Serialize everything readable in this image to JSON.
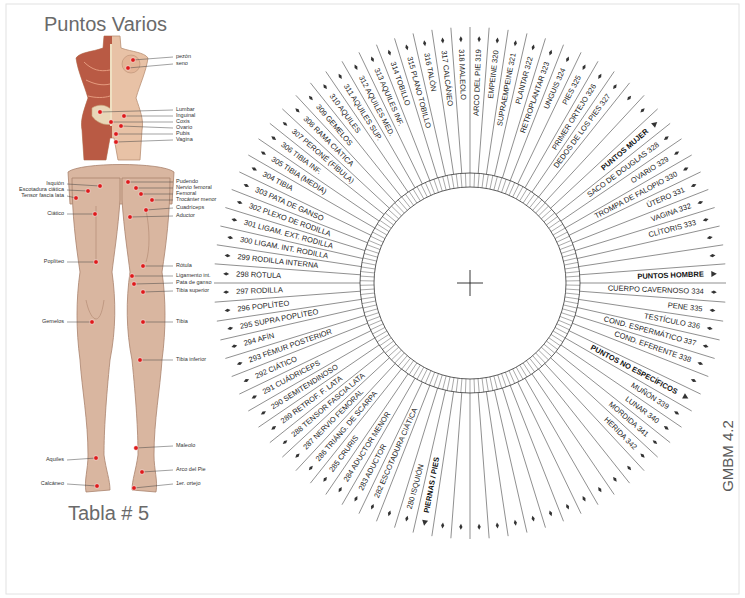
{
  "diagram": {
    "title": "Puntos Varios",
    "caption": "Tabla # 5",
    "labels": [
      "ARCO DEL PIE 319",
      "EMPEINE 320",
      "SUPRAEMPEINE 321",
      "PLANTAR 322",
      "RETROPLANTAR 323",
      "UNGUIS 324",
      "PIES 325",
      "PRIMER ORTEJO 326",
      "DEDOS DE LOS PIES 327",
      "PUNTOS MUJER",
      "SACO DE DOUGLAS 328",
      "OVARIO 329",
      "TROMPA DE FALOPIO 330",
      "ÚTERO 331",
      "VAGINA 332",
      "CLÍTORIS 333",
      "PUNTOS HOMBRE",
      "CUERPO CAVERNOSO 334",
      "PENE 335",
      "TESTÍCULO 336",
      "COND. ESPERMÁTICO 337",
      "COND. EFERENTE 338",
      "PUNTOS NO ESPECÍFICOS",
      "MUÑÓN 339",
      "LUNAR 340",
      "MORDIDA 341",
      "HERIDA 342",
      "PIERNAS / PIES",
      "280 ISQUIÓN",
      "282 ESCOTADURA CIÁTICA",
      "283 ADUCTOR",
      "284 ADUCTOR MENOR",
      "285 CRURIS",
      "286 TRIÁNG. DE SCARPA",
      "287 NERVIO FEMORAL",
      "288 TENSOR FASCIA LATA",
      "289 RETROF. F. LATA",
      "290 SEMITENDINOSO",
      "291 CUÁDRICEPS",
      "292 CIÁTICO",
      "293 FÉMUR POSTERIOR",
      "294 AFÍN",
      "295 SUPRA POPLÍTEO",
      "296 POPLÍTEO",
      "297 RODILLA",
      "298 RÓTULA",
      "299 RODILLA INTERNA",
      "300 LIGAM. INT. RODILLA",
      "301 LIGAM. EXT. RODILLA",
      "302 PLEXO DE RODILLA",
      "303 PATA DE GANSO",
      "304 TIBIA",
      "305 TIBIA (MEDIA)",
      "306 TIBIA INF.",
      "307 PERONÉ (FÍBULA)",
      "308 RAMA CIÁTICA",
      "309 GEMELOS",
      "310 AQUILES",
      "311 AQUILES SUP.",
      "312 AQUILES MED.",
      "313 AQUILES INF.",
      "314 TOBILLO",
      "315 PLANO TOBILLO",
      "316 TALÓN",
      "317 CALCÁNEO",
      "318 MALEOLO",
      "GMBM 4.2",
      "pezón",
      "seno",
      "Lumbar",
      "Inguinal",
      "Coxis",
      "Ovario",
      "Pubis",
      "Vagina",
      "Isquión",
      "Escotadura ciática",
      "Tensor fascia lata",
      "Ciático",
      "Poplíteo",
      "Gemelos",
      "Aquiles",
      "Calcáneo",
      "Pudendo",
      "Nervio femoral",
      "Femoral",
      "Trocánter menor",
      "Cuadríceps",
      "Aductor",
      "Rótula",
      "Ligamento int.",
      "Pata de ganso",
      "Tibia superior",
      "Tibia",
      "Tibia inferior",
      "Maleolo",
      "Arco del Pie",
      "1er. ortejo"
    ]
  }
}
